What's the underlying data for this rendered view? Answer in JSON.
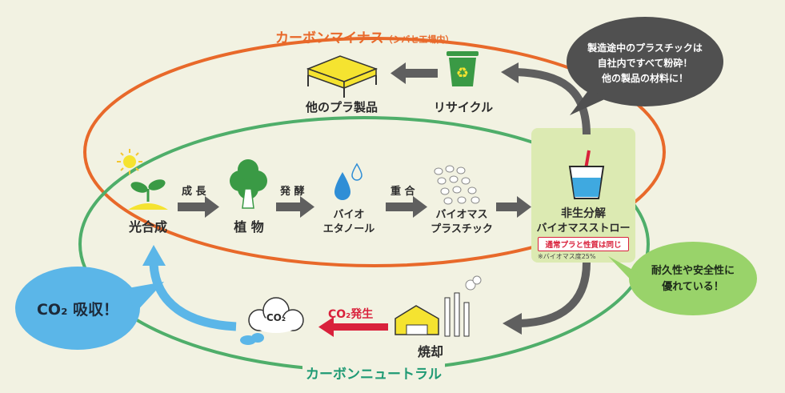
{
  "loops": {
    "minus_title": "カーボンマイナス",
    "minus_sub": "（シバセ工場内）",
    "neutral_title": "カーボンニュートラル"
  },
  "colors": {
    "orange": "#e8692a",
    "green": "#4fae6a",
    "teal_text": "#1f9a74",
    "arrow_grey": "#5f5f5f",
    "red_arrow": "#d9213b",
    "blue_bubble": "#5bb6e8",
    "green_bubble": "#99d36a",
    "dark_bubble": "#505050",
    "yellow": "#f5e330",
    "highlight": "#dceab2"
  },
  "nodes": {
    "photosynthesis": "光合成",
    "plant": "植 物",
    "bio_ethanol_1": "バイオ",
    "bio_ethanol_2": "エタノール",
    "bioplastic_1": "バイオマス",
    "bioplastic_2": "プラスチック",
    "straw_1": "非生分解",
    "straw_2": "バイオマスストロー",
    "straw_badge": "通常プラと性質は同じ",
    "straw_note": "※バイオマス度25%",
    "recycle": "リサイクル",
    "other_products": "他のプラ製品",
    "incineration": "焼却",
    "co2_cloud": "CO₂"
  },
  "arrows": {
    "growth": "成 長",
    "fermentation": "発 酵",
    "polymerization": "重 合",
    "co2_emission": "CO₂発生"
  },
  "bubbles": {
    "absorb": "CO₂ 吸収！",
    "durable_1": "耐久性や安全性に",
    "durable_2": "優れている！",
    "crush_1": "製造途中のプラスチックは",
    "crush_2": "自社内ですべて粉砕！",
    "crush_3": "他の製品の材料に！"
  },
  "icons": [
    "sun-icon",
    "sprout-icon",
    "tree-icon",
    "water-drop-icon",
    "plastic-pellets-icon",
    "cup-straw-icon",
    "recycle-bin-icon",
    "pallet-icon",
    "factory-icon",
    "co2-cloud-icon"
  ]
}
